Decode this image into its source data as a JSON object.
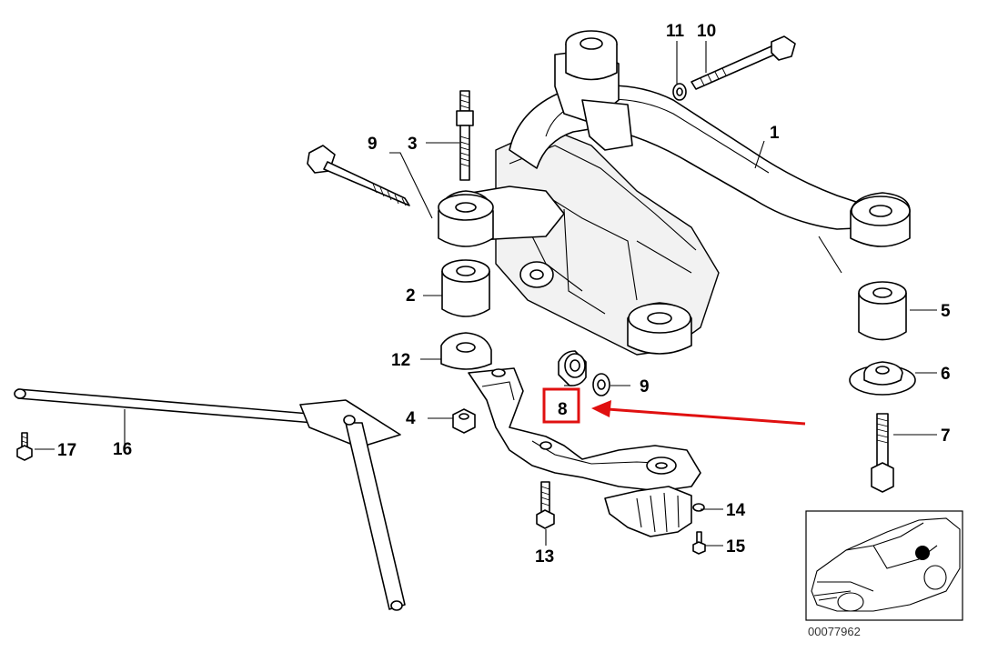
{
  "diagram": {
    "reference_number": "00077962",
    "highlight_color": "#e01010",
    "labels": {
      "p1": "1",
      "p2": "2",
      "p3": "3",
      "p4": "4",
      "p5": "5",
      "p6": "6",
      "p7": "7",
      "p8": "8",
      "p9a": "9",
      "p9b": "9",
      "p10": "10",
      "p11": "11",
      "p12": "12",
      "p13": "13",
      "p14": "14",
      "p15": "15",
      "p16": "16",
      "p17": "17"
    }
  }
}
